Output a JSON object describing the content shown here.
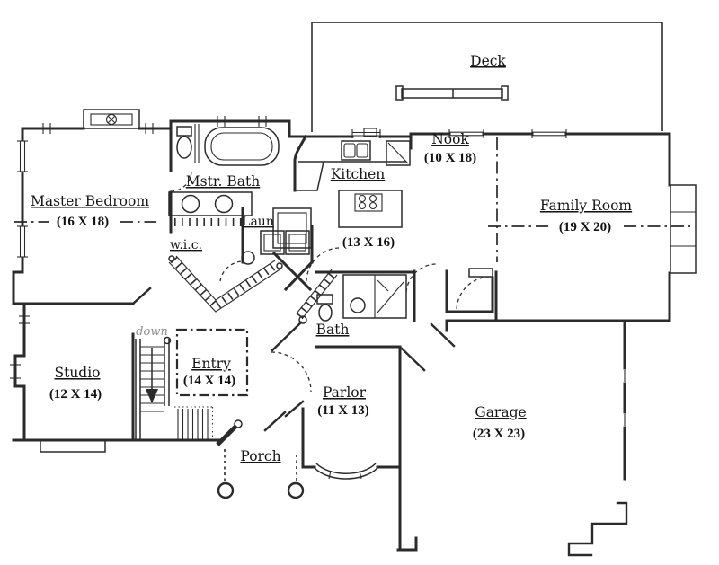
{
  "drawing": {
    "type": "floor-plan",
    "labels": {
      "deck": {
        "name": "Deck"
      },
      "nook": {
        "name": "Nook",
        "dims": "(10 X 18)"
      },
      "kitchen": {
        "name": "Kitchen",
        "dims": "(13 X 16)"
      },
      "family_room": {
        "name": "Family Room",
        "dims": "(19 X 20)"
      },
      "master_bedroom": {
        "name": "Master Bedroom",
        "dims": "(16 X 18)"
      },
      "mstr_bath": {
        "name": "Mstr. Bath"
      },
      "laundry": {
        "name": "Laun"
      },
      "wic": {
        "name": "w.i.c."
      },
      "bath": {
        "name": "Bath"
      },
      "studio": {
        "name": "Studio",
        "dims": "(12 X 14)"
      },
      "entry": {
        "name": "Entry",
        "dims": "(14 X 14)"
      },
      "parlor": {
        "name": "Parlor",
        "dims": "(11 X 13)"
      },
      "porch": {
        "name": "Porch"
      },
      "garage": {
        "name": "Garage",
        "dims": "(23 X 23)"
      }
    },
    "annotations": {
      "stair_direction": "down"
    },
    "fixtures": [
      "fireplace",
      "bathtub",
      "toilet",
      "double-vanity-sinks",
      "washer-dryer",
      "refrigerator",
      "kitchen-sink",
      "cooktop-island",
      "deck-bench",
      "stairs-down",
      "front-steps",
      "porch-columns",
      "bow-window",
      "bay-window",
      "closet-rods",
      "garage-steps"
    ],
    "colors": {
      "ink": "#2b2b2b",
      "paper": "#ffffff",
      "faint_label": "#8f8f8f"
    }
  }
}
